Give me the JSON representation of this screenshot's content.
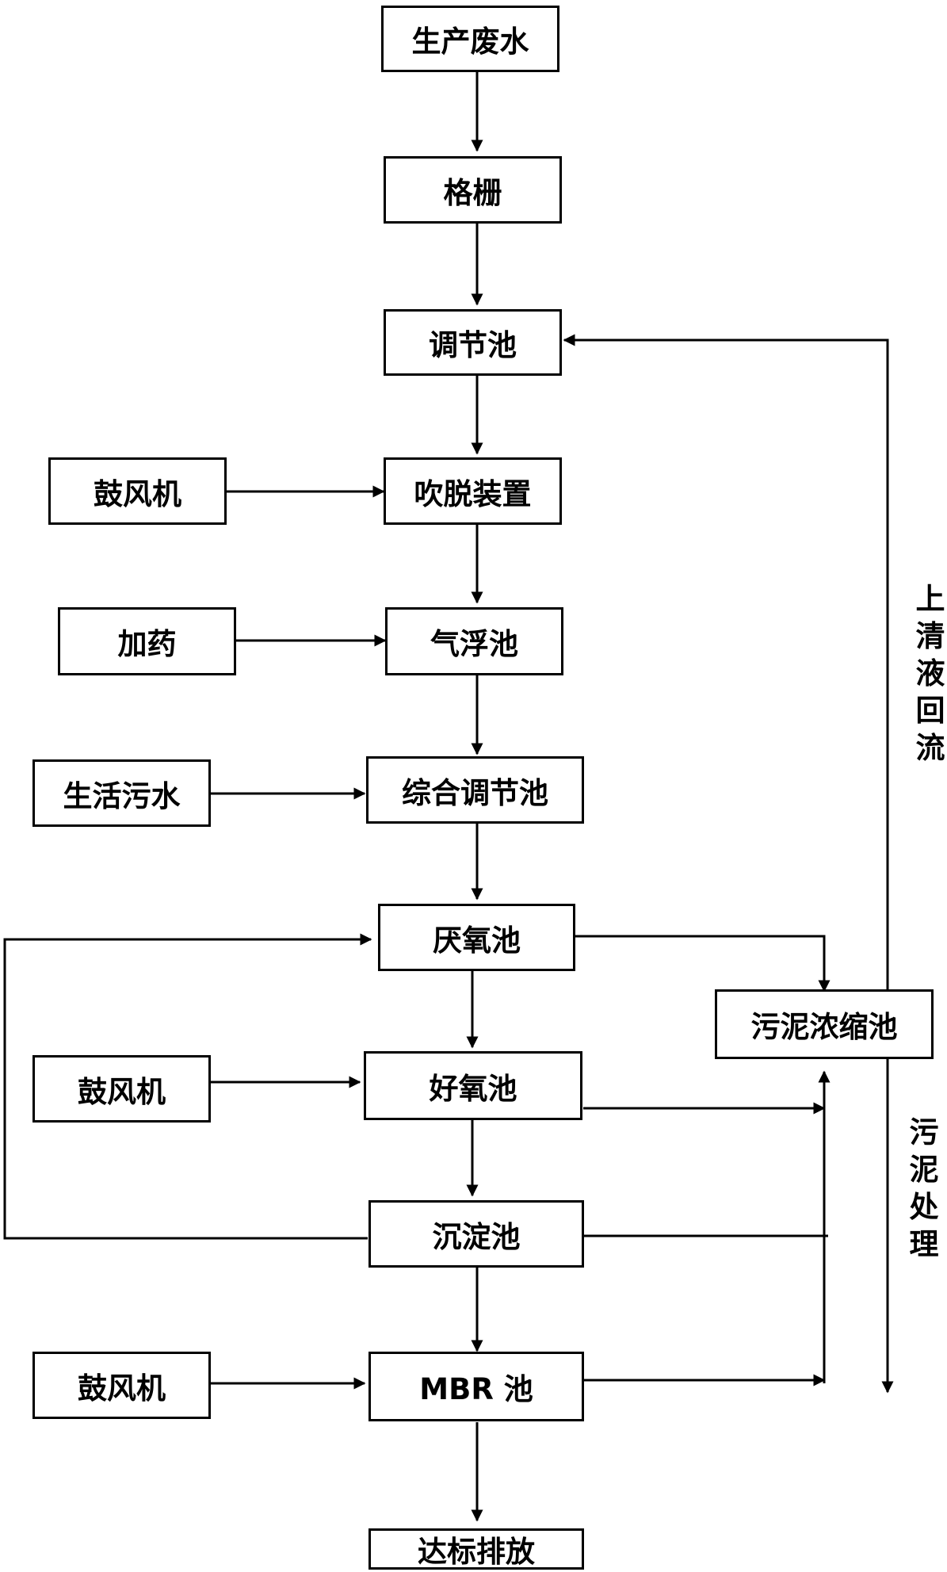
{
  "nodes": {
    "production_wastewater": "生产废水",
    "grille": "格栅",
    "regulating_tank": "调节池",
    "blower_1": "鼓风机",
    "stripping_device": "吹脱装置",
    "dosing": "加药",
    "flotation_tank": "气浮池",
    "domestic_sewage": "生活污水",
    "integrated_regulating_tank": "综合调节池",
    "anaerobic_tank": "厌氧池",
    "sludge_thickener": "污泥浓缩池",
    "blower_2": "鼓风机",
    "aerobic_tank": "好氧池",
    "sedimentation_tank": "沉淀池",
    "blower_3": "鼓风机",
    "mbr_tank": "MBR 池",
    "discharge": "达标排放"
  },
  "side_labels": {
    "supernatant_return": [
      "上",
      "清",
      "液",
      "回",
      "流"
    ],
    "sludge_treatment": [
      "污",
      "泥",
      "处",
      "理"
    ]
  }
}
